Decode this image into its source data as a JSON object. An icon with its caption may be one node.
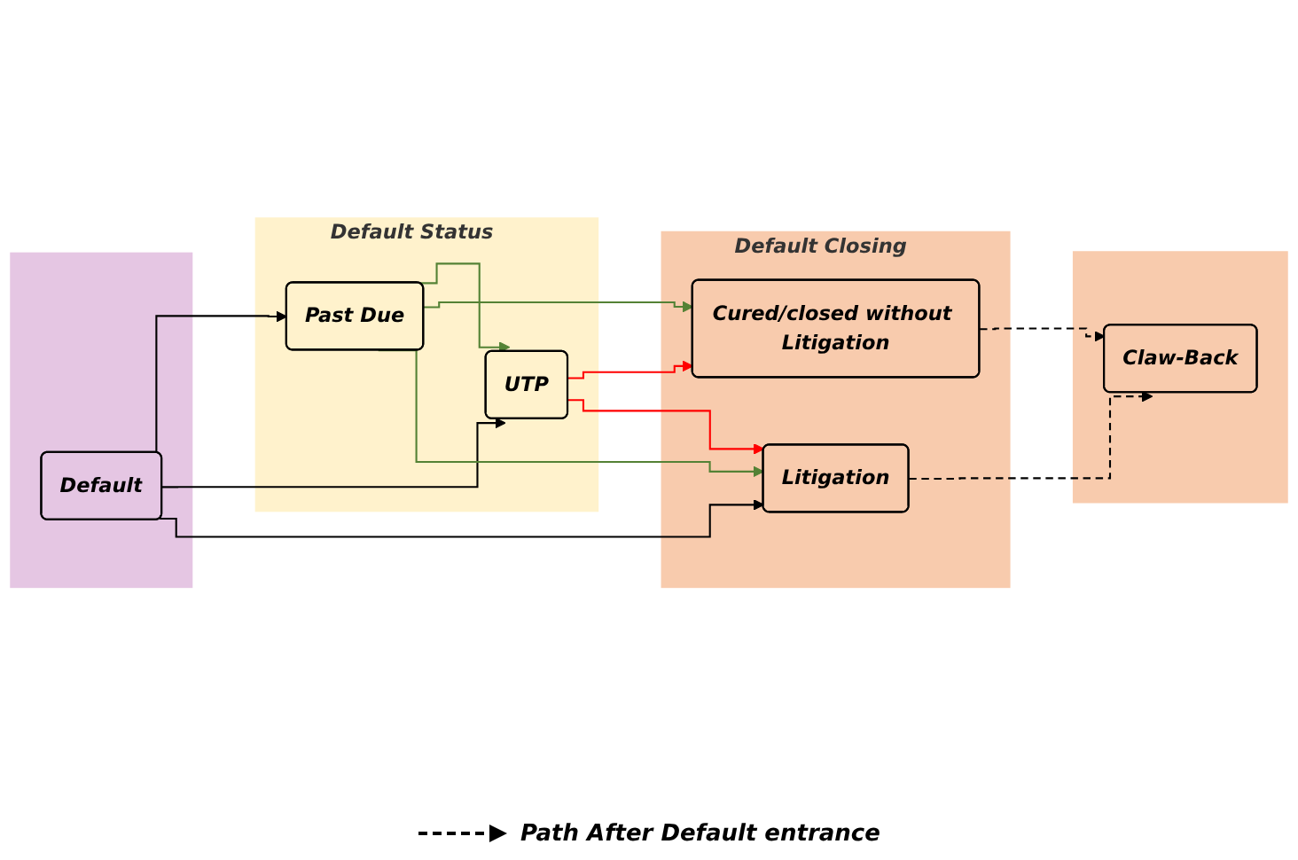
{
  "diagram": {
    "nodes": [
      {
        "text": [],
        "shape": "box"
      },
      {
        "text": [
          "Default"
        ],
        "in": 0
      },
      {
        "text": [
          "Default Status"
        ]
      },
      {
        "text": [
          "Past Due"
        ],
        "in": 2
      },
      {
        "text": [
          "UTP"
        ],
        "in": 2
      },
      {
        "text": [
          "Default Closing"
        ]
      },
      {
        "text": [
          "Cured/closed without Litigation"
        ],
        "in": 5
      },
      {
        "text": [
          "Litigation"
        ],
        "in": 5
      },
      {
        "text": [],
        "shape": "box"
      },
      {
        "text": [
          "Claw-Back"
        ],
        "in": 8
      }
    ],
    "edges": [
      {
        "from": 1,
        "to": 3,
        "arrow": "to"
      },
      {
        "from": 1,
        "to": 4,
        "arrow": "to"
      },
      {
        "from": 1,
        "to": 7,
        "arrow": "to"
      },
      {
        "from": 3,
        "to": 4,
        "arrow": "to",
        "color": "#548235"
      },
      {
        "from": 3,
        "to": 6,
        "arrow": "to",
        "color": "#548235"
      },
      {
        "from": 3,
        "to": 7,
        "arrow": "to",
        "color": "#548235"
      },
      {
        "from": 4,
        "to": 6,
        "arrow": "to",
        "color": "#ff0000"
      },
      {
        "from": 4,
        "to": 7,
        "arrow": "to",
        "color": "#ff0000"
      },
      {
        "from": 6,
        "to": 9,
        "arrow": "to",
        "style": "dashed"
      },
      {
        "from": 7,
        "to": 9,
        "arrow": "to",
        "style": "dashed"
      }
    ],
    "legend": [
      {
        "text": "Path After Default entrance"
      }
    ]
  }
}
